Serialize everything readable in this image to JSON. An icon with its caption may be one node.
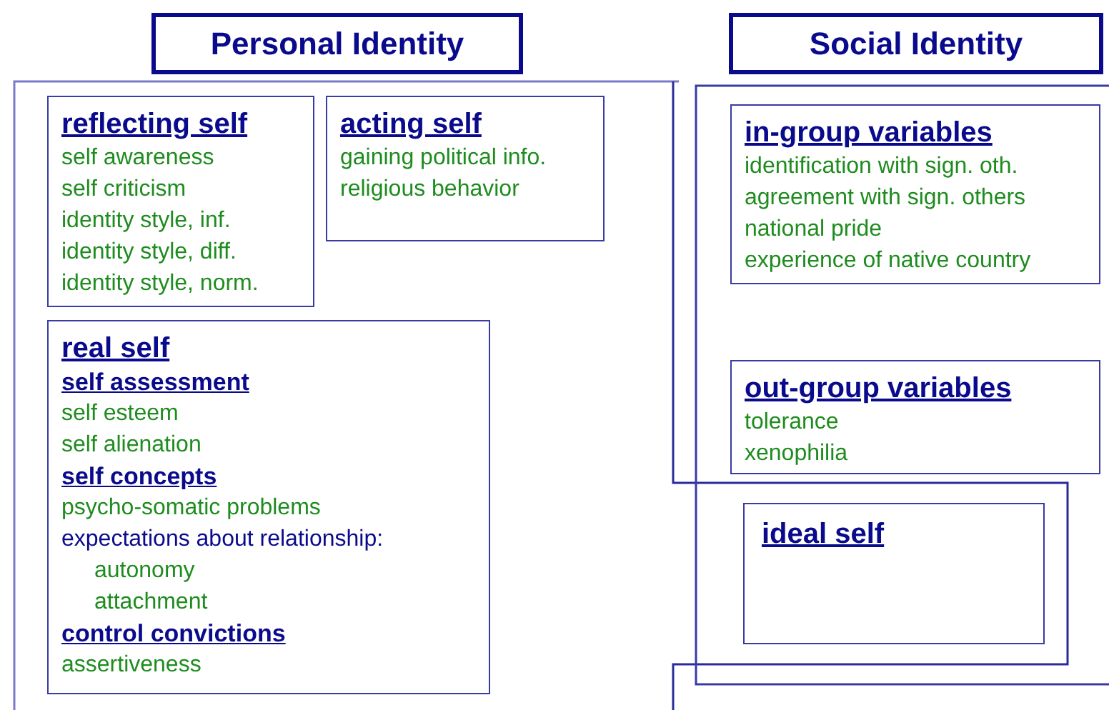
{
  "diagram": {
    "nodes": [
      {
        "text": [
          "Personal Identity"
        ]
      },
      {
        "text": [
          "Social Identity"
        ]
      },
      {
        "text": [
          "reflecting self",
          "self awareness",
          "self criticism",
          "identity style, inf.",
          "identity style, diff.",
          "identity style, norm."
        ]
      },
      {
        "text": [
          "acting self",
          "gaining political info.",
          "religious behavior"
        ]
      },
      {
        "text": [
          "real self",
          "self assessment",
          "self esteem",
          "self alienation",
          "self concepts",
          "psycho-somatic problems",
          "expectations about relationship:",
          "autonomy",
          "attachment",
          "control convictions",
          "assertiveness"
        ]
      },
      {
        "text": [
          "in-group variables",
          "identification with sign. oth.",
          "agreement with sign. others",
          "national pride",
          "experience of native country"
        ]
      },
      {
        "text": [
          "out-group variables",
          "tolerance",
          "xenophilia"
        ]
      },
      {
        "text": [
          "ideal self"
        ]
      }
    ]
  }
}
